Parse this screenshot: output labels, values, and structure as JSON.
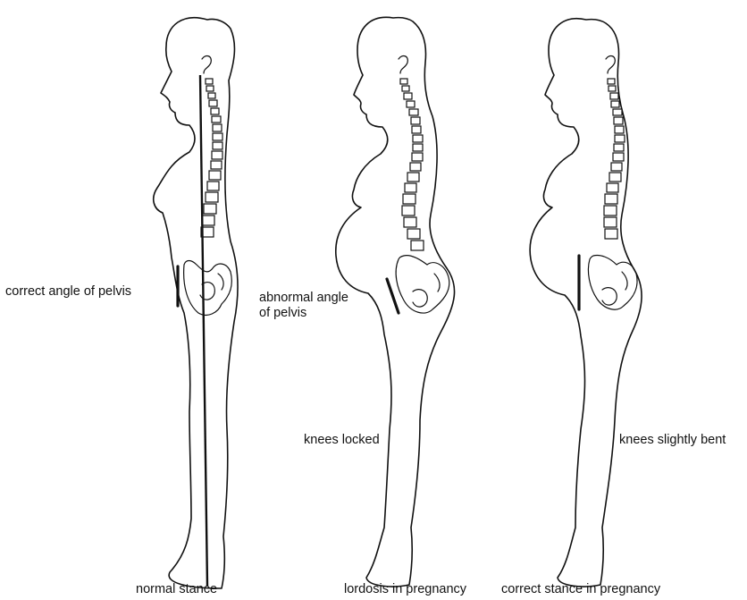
{
  "figures": [
    {
      "id": "normal",
      "caption": "normal stance",
      "annotations": [
        "correct angle of pelvis"
      ]
    },
    {
      "id": "lordosis",
      "caption": "lordosis in pregnancy",
      "annotations": [
        "abnormal angle",
        "of pelvis",
        "knees locked"
      ]
    },
    {
      "id": "correct",
      "caption": "correct stance in pregnancy",
      "annotations": [
        "knees slightly bent"
      ]
    }
  ]
}
